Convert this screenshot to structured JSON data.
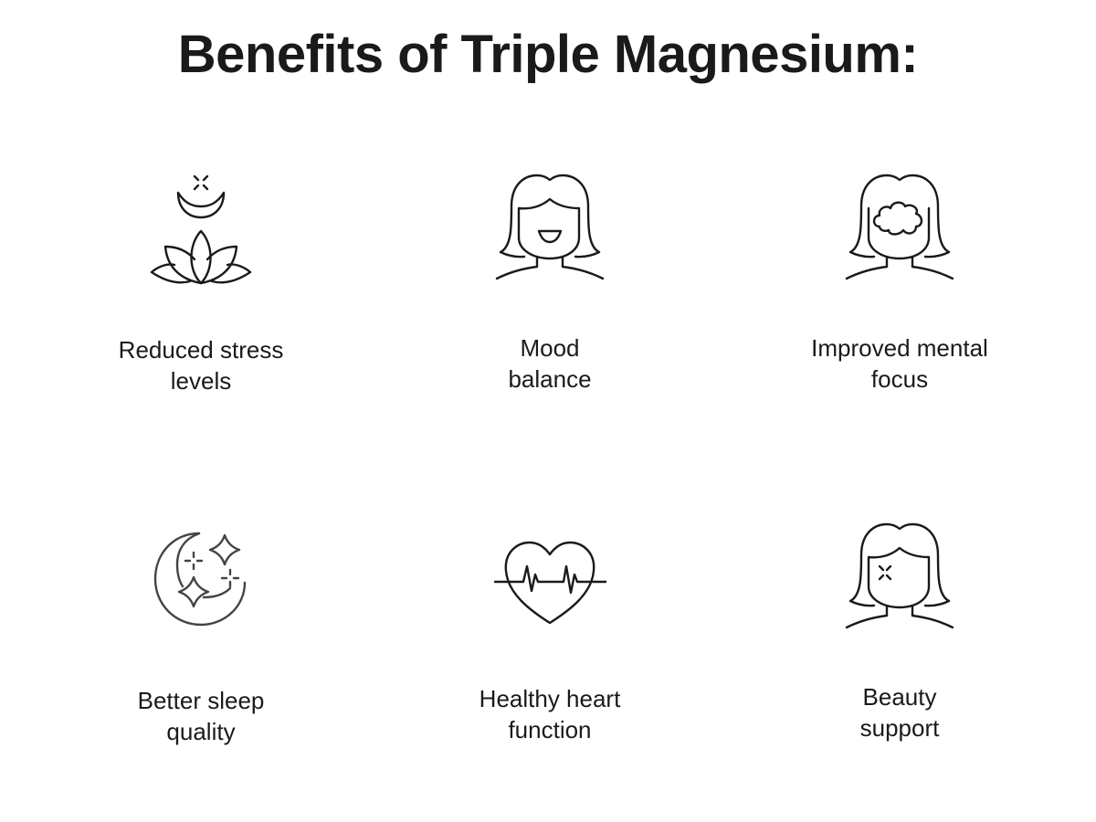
{
  "title": "Benefits of Triple Magnesium:",
  "benefits": [
    {
      "icon": "lotus-moon-icon",
      "line1": "Reduced stress",
      "line2": "levels"
    },
    {
      "icon": "smiling-woman-icon",
      "line1": "Mood",
      "line2": "balance"
    },
    {
      "icon": "woman-brain-icon",
      "line1": "Improved mental",
      "line2": "focus"
    },
    {
      "icon": "moon-stars-icon",
      "line1": "Better sleep",
      "line2": "quality"
    },
    {
      "icon": "heart-pulse-icon",
      "line1": "Healthy heart",
      "line2": "function"
    },
    {
      "icon": "woman-sparkle-icon",
      "line1": "Beauty",
      "line2": "support"
    }
  ]
}
